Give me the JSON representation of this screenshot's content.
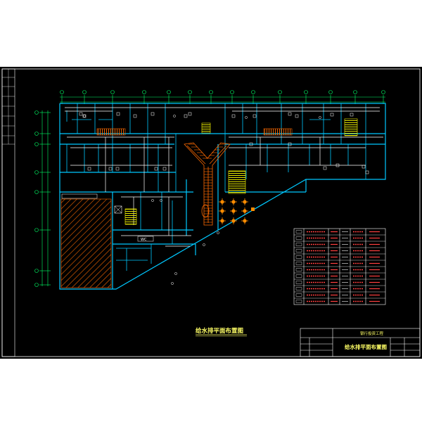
{
  "drawing": {
    "title": "给水排平面布置图",
    "background": "#000000",
    "colors": {
      "frame": "#ffffff",
      "wall": "#00c8ff",
      "pipe": "#ffffff",
      "dimension": "#00ff66",
      "stair": "#ffff00",
      "hatch": "#ff6a00",
      "furniture": "#ff8c00",
      "title_text": "#ffff66",
      "legend_text": "#ff4040"
    },
    "title_block": {
      "project": "银行投资工程",
      "sheet_title": "给水排平面布置图"
    },
    "room_label": "WC",
    "legend_rows": 12
  }
}
